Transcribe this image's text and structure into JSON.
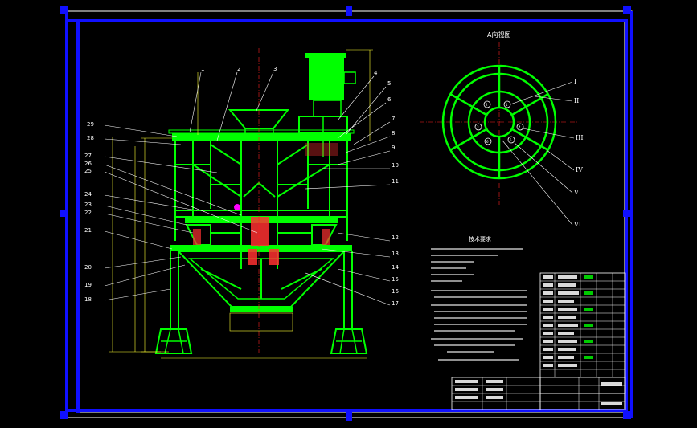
{
  "view": {
    "title": "A向视图",
    "roman_labels": [
      "I",
      "II",
      "III",
      "IV",
      "V",
      "VI"
    ],
    "circle_numbers": [
      "1",
      "2",
      "3",
      "4",
      "5",
      "6"
    ]
  },
  "tech": {
    "title": "技术要求"
  },
  "left_labels": [
    "29",
    "28",
    "27",
    "26",
    "25",
    "24",
    "23",
    "22",
    "21",
    "20",
    "19",
    "18"
  ],
  "right_labels": [
    "1",
    "2",
    "3",
    "4",
    "5",
    "6",
    "7",
    "8",
    "9",
    "10",
    "11",
    "12",
    "13",
    "14",
    "15",
    "16",
    "17"
  ],
  "colors": {
    "frame": "#1010ff",
    "machine": "#00ff00",
    "lines": "#ffffff",
    "dims": "#ffff33",
    "accent": "#ff00ff",
    "center": "#ff2020"
  }
}
